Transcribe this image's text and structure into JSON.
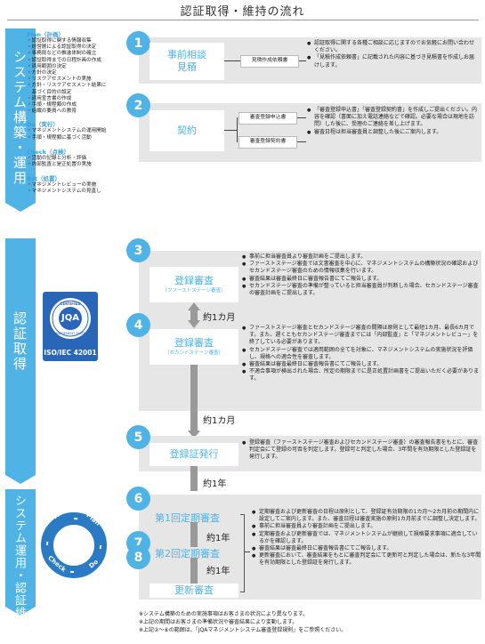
{
  "page_title": "認証取得・維持の流れ",
  "sections": {
    "system": "システム構築・運用",
    "cert": "認証取得",
    "operation": "システム運用・認証維持"
  },
  "pdca": {
    "plan": {
      "title": "Plan（計画）",
      "items": [
        "・認証取得に関する情報収集",
        "・経営層による認証取得の決定",
        "・事務局などの推進体制の確立",
        "・認証取得までの日程計画の作成",
        "・適用範囲の決定",
        "・方針の決定",
        "・リスクアセスメントの実施",
        "・方針・リスクアセスメント結果に",
        "　基づく目的の設定",
        "・適用宣言書の作成",
        "・手順・規程類の作成",
        "・組織の要員への教育"
      ]
    },
    "do": {
      "title": "Do（実行）",
      "items": [
        "・マネジメントシステムの運用開始",
        "・手順・規程類に基づく活動"
      ]
    },
    "check": {
      "title": "Check（点検）",
      "items": [
        "・活動の記録と分析・評価",
        "・内部監査と是正処置の実施"
      ]
    },
    "act": {
      "title": "Act（処置）",
      "items": [
        "・マネジメントレビューの実施",
        "・マネジメントシステムの見直し"
      ]
    }
  },
  "badge": {
    "top_text": "CERTIFIED",
    "ring_text": "MANAGEMENT SYSTEM",
    "logo": "JQA",
    "standard": "ISO/IEC 42001"
  },
  "cycle": {
    "act": "Act",
    "plan": "Plan",
    "do": "Do",
    "check": "Check"
  },
  "steps": [
    {
      "num": "1",
      "title_line1": "事前相談",
      "title_line2": "見積",
      "docs": [
        "見積作成依頼書"
      ],
      "bullets": [
        "認証取得に関する各種ご相談に応じますのでお気軽にお問い合わせください。",
        "「見積作成依頼書」に記載された内容に基づき見積書を作成しお届けします。"
      ]
    },
    {
      "num": "2",
      "title": "契約",
      "docs": [
        "審査登録申込書",
        "審査登録契約書"
      ],
      "bullets": [
        "「審査登録申込書」「審査登録契約書」を作成しご提出ください。内容を確認（書面に加え電話連絡などで確認。必要な場合は現地を訪問）した後に、受理のご連絡を差し上げます。",
        "審査日程は担当審査員と調整した後にご案内します。"
      ]
    },
    {
      "num": "3",
      "title": "登録審査",
      "sub": "（ファーストステージ審査）",
      "bullets": [
        "事前に担当審査員より審査計画をご提出します。",
        "ファーストステージ審査では文書審査を中心に、マネジメントシステムの構築状況の確認およびセカンドステージ審査のための情報収集を行います。",
        "審査結果は審査最終日に審査報告書にてご報告します。",
        "セカンドステージ審査の準備が整っていると担当審査員が判断した場合、セカンドステージ審査の審査計画をご提出します。"
      ]
    },
    {
      "num": "4",
      "title": "登録審査",
      "sub": "（セカンドステージ審査）",
      "bullets": [
        "ファーストステージ審査とセカンドステージ審査の間隔は原則として最短1カ月、最長6カ月です。また、遅くともセカンドステージ審査までには「内部監査」と「マネジメントレビュー」を終了している必要があります。",
        "セカンドステージ審査では適用範囲の全てを対象に、マネジメントシステムの実施状況を評価し、規格への適合性を審査します。",
        "審査結果は審査最終日に審査報告書にてご報告します。",
        "不適合事項が検出された場合、所定の期限までに是正処置計画書をご提出いただく必要があります。"
      ]
    },
    {
      "num": "5",
      "title": "登録証発行",
      "bullets": [
        "登録審査（ファーストステージ審査およびセカンドステージ審査）の審査報告書をもとに、審査判定会にて登録の可否を判定します。登録可と判定した場合、3年間を有効期限とした登録証を発行します。"
      ]
    },
    {
      "num": "6",
      "title": "第1回定期審査"
    },
    {
      "num": "7",
      "title": "第2回定期審査"
    },
    {
      "num": "8",
      "title": "更新審査"
    }
  ],
  "step_bullets_678": [
    "定期審査および更新審査の日程は原則として、登録証有効期限の1カ月～2カ月前の期間内に設定してご案内します。また、審査日程は審査実施の原則1カ月前までに調整し決定します。",
    "事前に担当審査員より審査計画をご提出します。",
    "定期審査および更新審査では、マネジメントシステムが継続して規格要求事項に適合しているかを確認します。",
    "審査結果は審査最終日に審査報告書にてご報告します。",
    "更新審査において、審査結果をもとに審査判定会にて更新可と判定した場合は、新たな3年間を有効期限とした登録証を発行します。"
  ],
  "intervals": {
    "one_month": "約1カ月",
    "one_month_b": "約1カ月",
    "one_year_a": "約1年",
    "one_year_b": "約1年",
    "one_year_c": "約1年"
  },
  "notes": [
    "※システム構築のための実施事項はお客さまの状況により異なります。",
    "※上記の期間はお客さまの準備状況や審査結果により変動します。",
    "※上記②～⑧の範囲は、「JQAマネジメントシステム審査登録規則」をご参照ください。"
  ]
}
